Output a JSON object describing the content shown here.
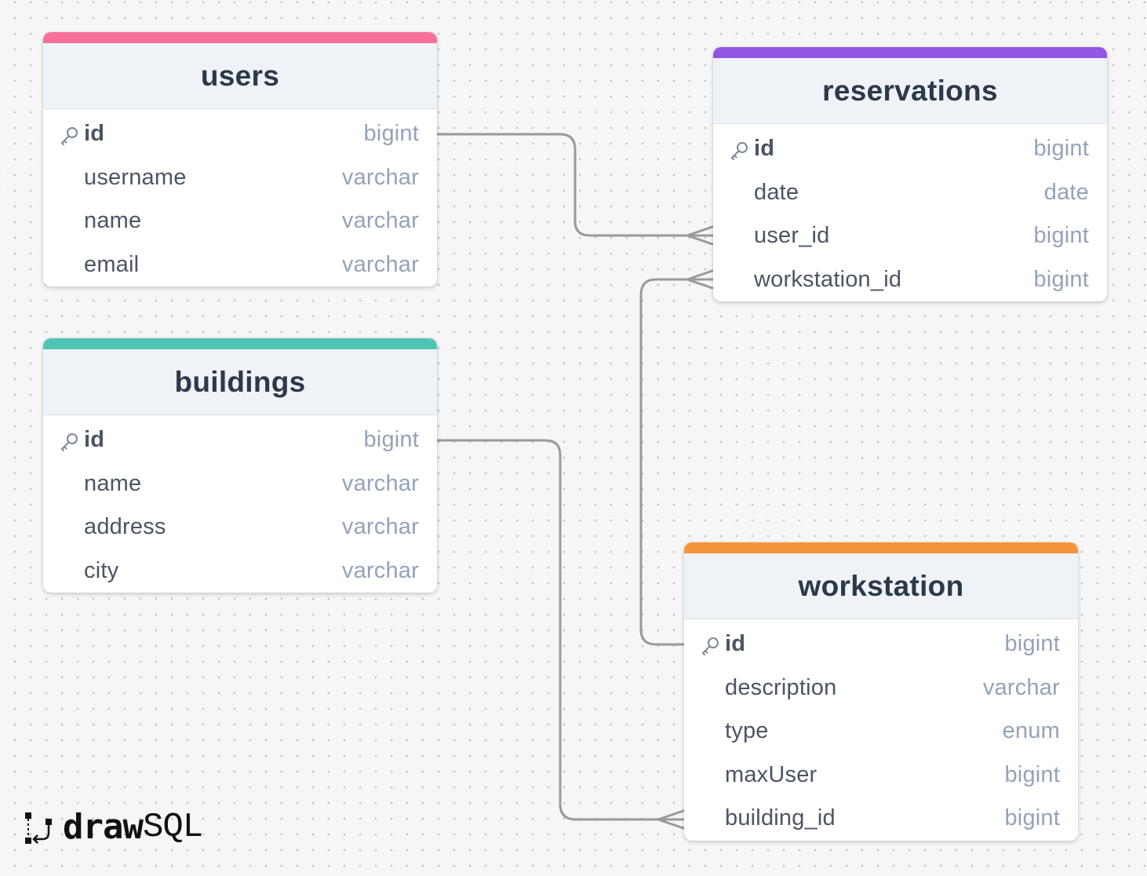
{
  "colors": {
    "users": "#f6709a",
    "reservations": "#9356e0",
    "buildings": "#4fc4b5",
    "workstation": "#f5953b",
    "relation_line": "#9a9a9a"
  },
  "tables": {
    "users": {
      "name": "users",
      "columns": [
        {
          "name": "id",
          "type": "bigint",
          "pk": true
        },
        {
          "name": "username",
          "type": "varchar"
        },
        {
          "name": "name",
          "type": "varchar"
        },
        {
          "name": "email",
          "type": "varchar"
        }
      ]
    },
    "reservations": {
      "name": "reservations",
      "columns": [
        {
          "name": "id",
          "type": "bigint",
          "pk": true
        },
        {
          "name": "date",
          "type": "date"
        },
        {
          "name": "user_id",
          "type": "bigint"
        },
        {
          "name": "workstation_id",
          "type": "bigint"
        }
      ]
    },
    "buildings": {
      "name": "buildings",
      "columns": [
        {
          "name": "id",
          "type": "bigint",
          "pk": true
        },
        {
          "name": "name",
          "type": "varchar"
        },
        {
          "name": "address",
          "type": "varchar"
        },
        {
          "name": "city",
          "type": "varchar"
        }
      ]
    },
    "workstation": {
      "name": "workstation",
      "columns": [
        {
          "name": "id",
          "type": "bigint",
          "pk": true
        },
        {
          "name": "description",
          "type": "varchar"
        },
        {
          "name": "type",
          "type": "enum"
        },
        {
          "name": "maxUser",
          "type": "bigint"
        },
        {
          "name": "building_id",
          "type": "bigint"
        }
      ]
    }
  },
  "relations": [
    {
      "from": "users.id",
      "to": "reservations.user_id",
      "cardinality": "one-to-many"
    },
    {
      "from": "workstation.id",
      "to": "reservations.workstation_id",
      "cardinality": "one-to-many"
    },
    {
      "from": "buildings.id",
      "to": "workstation.building_id",
      "cardinality": "one-to-many"
    }
  ],
  "logo": {
    "draw": "draw",
    "sql": "SQL"
  }
}
